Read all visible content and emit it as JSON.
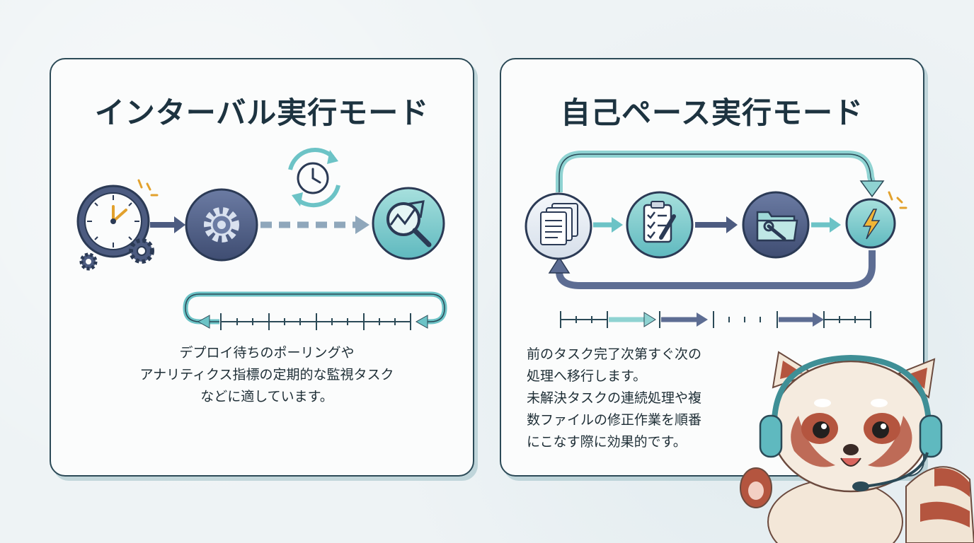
{
  "left_panel": {
    "title": "インターバル実行モード",
    "description_lines": [
      "デプロイ待ちのポーリングや",
      "アナリティクス指標の定期的な監視タスク",
      "などに適しています。"
    ],
    "icons": [
      "clock-icon",
      "gear-icon",
      "recurring-clock-icon",
      "analytics-magnifier-icon"
    ]
  },
  "right_panel": {
    "title": "自己ペース実行モード",
    "description_lines": [
      "前のタスク完了次第すぐ次の",
      "処理へ移行します。",
      "未解決タスクの連続処理や複",
      "数ファイルの修正作業を順番",
      "にこなす際に効果的です。"
    ],
    "icons": [
      "documents-icon",
      "checklist-icon",
      "folder-wrench-icon",
      "lightning-icon"
    ]
  },
  "colors": {
    "panel_border": "#2c4a57",
    "teal": "#6cc3c6",
    "slate": "#4d5e86",
    "accent_orange": "#e2a12d"
  },
  "mascot": "red-panda-with-headset"
}
